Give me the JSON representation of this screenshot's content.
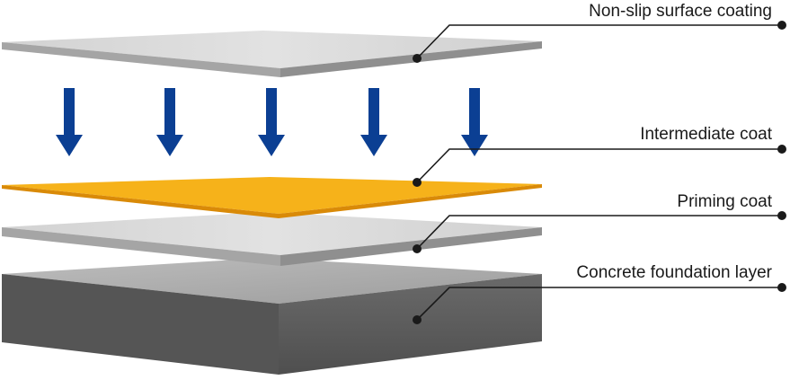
{
  "labels": {
    "surface": "Non-slip surface coating",
    "intermediate": "Intermediate coat",
    "priming": "Priming coat",
    "foundation": "Concrete foundation layer"
  },
  "colors": {
    "arrow": "#0b3f93",
    "intermediate_top": "#f6b21a",
    "intermediate_edge": "#d98a08",
    "coat_top": "#d7d7d7",
    "coat_edge": "#9a9a9a",
    "concrete_top": "#a9a9a9",
    "concrete_front": "#5f5f5f",
    "concrete_left": "#4c4c4c",
    "leader": "#1a1a1a"
  },
  "icons": [
    "down-arrow-icon"
  ]
}
